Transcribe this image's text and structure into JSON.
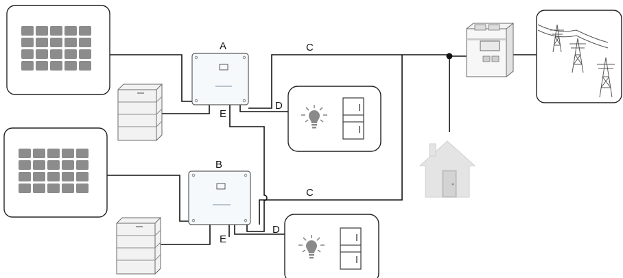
{
  "labels": {
    "a": "A",
    "b": "B",
    "c_top": "C",
    "c_bottom": "C",
    "d_top": "D",
    "d_bottom": "D",
    "e_top": "E",
    "e_bottom": "E"
  },
  "colors": {
    "wire": "#111111",
    "panel_cell": "#8c8c8c",
    "house": "#e4e4e4",
    "bulb": "#8a8a8a"
  },
  "icons": [
    "solar-panel-icon",
    "battery-stack-icon",
    "inverter-icon",
    "light-bulb-icon",
    "refrigerator-icon",
    "energy-meter-icon",
    "house-icon",
    "power-pylon-icon"
  ]
}
